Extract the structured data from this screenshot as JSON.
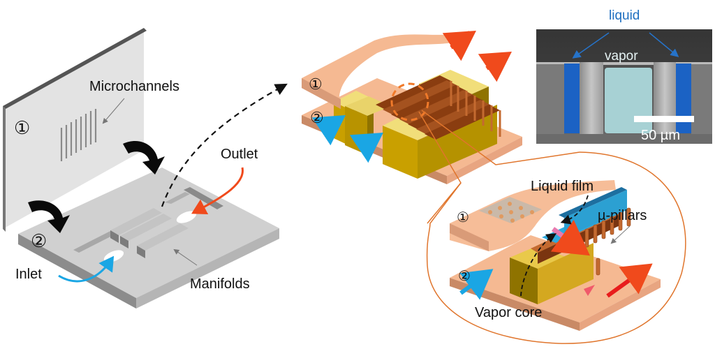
{
  "left_panel": {
    "plate1_number": "①",
    "plate2_number": "②",
    "microchannels_label": "Microchannels",
    "outlet_label": "Outlet",
    "inlet_label": "Inlet",
    "manifolds_label": "Manifolds"
  },
  "middle_panel": {
    "layer1_number": "①",
    "layer2_number": "②"
  },
  "sem_inset": {
    "liquid_label": "liquid",
    "vapor_label": "vapor",
    "scale_bar_label": "50 µm"
  },
  "zoom_panel": {
    "layer1_number": "①",
    "layer2_number": "②",
    "liquid_film_label": "Liquid film",
    "pillars_label": "µ-pillars",
    "vapor_core_label": "Vapor core"
  },
  "colors": {
    "copper_light": "#f5b992",
    "copper_side": "#c98a66",
    "gold_top": "#f1de7a",
    "gold_front": "#c9a000",
    "gold_side": "#8f7300",
    "fin_brown": "#8a3d10",
    "inlet_blue": "#1aa6e4",
    "outlet_red": "#f04a1c",
    "liquid_blue": "#1b62c4",
    "vapor_cyan": "#a7d1d4",
    "callout_orange": "#e0752c",
    "gray_plate": "#d3d3d3"
  }
}
